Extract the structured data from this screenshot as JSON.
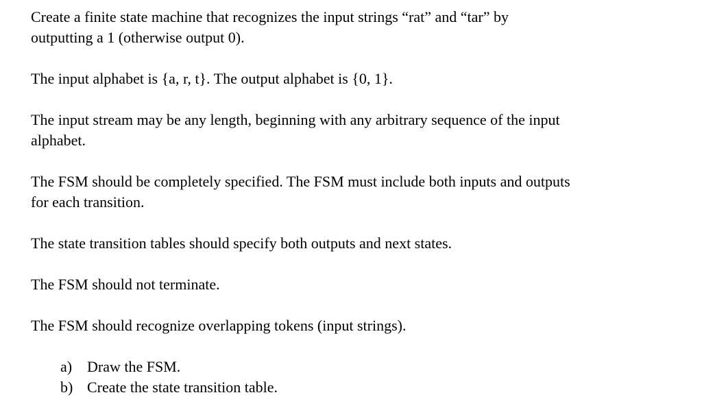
{
  "document": {
    "paragraphs": [
      {
        "lines": [
          "Create a finite state machine that recognizes the input strings “rat” and “tar” by",
          "outputting a 1 (otherwise output 0)."
        ]
      },
      {
        "lines": [
          "The input alphabet is {a, r, t}. The output alphabet is {0, 1}."
        ]
      },
      {
        "lines": [
          "The input stream may be any length, beginning with any arbitrary sequence of the input",
          "alphabet."
        ]
      },
      {
        "lines": [
          "The FSM should be completely specified. The FSM must include both inputs and outputs",
          "for each transition."
        ]
      },
      {
        "lines": [
          "The state transition tables should specify both outputs and next states."
        ]
      },
      {
        "lines": [
          "The FSM should not terminate."
        ]
      },
      {
        "lines": [
          "The FSM should recognize overlapping tokens (input strings)."
        ]
      }
    ],
    "list_items": [
      {
        "marker": "a)",
        "text": "Draw the FSM."
      },
      {
        "marker": "b)",
        "text": "Create the state transition table."
      }
    ]
  }
}
